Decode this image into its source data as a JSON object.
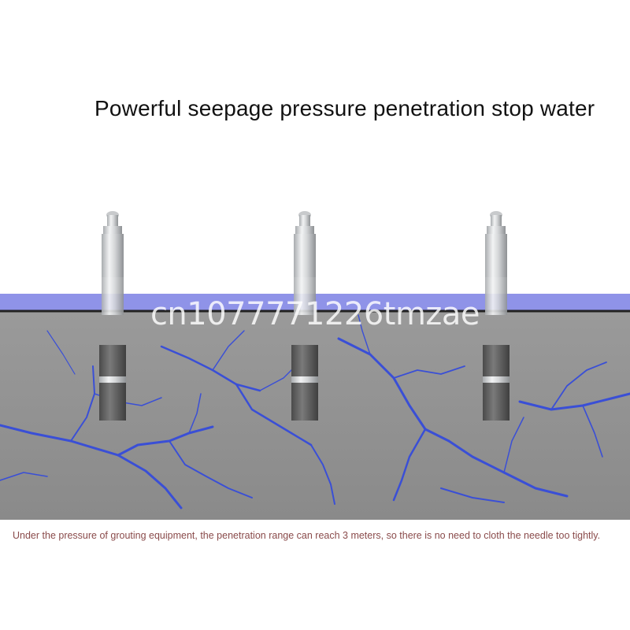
{
  "headline": "Powerful seepage pressure penetration stop water",
  "caption": "Under the pressure of grouting equipment, the penetration range can reach 3 meters, so there is no need to cloth the needle too tightly.",
  "watermark": "cn1077771226tmzae",
  "colors": {
    "water": "#8f93e8",
    "concrete": "#8c8c8c",
    "crack": "#3a4fd6",
    "packer_steel": "#d0d2d4",
    "packer_rubber": "#5c5c5c"
  },
  "packers": [
    {
      "name": "grouting-packer-1"
    },
    {
      "name": "grouting-packer-2"
    },
    {
      "name": "grouting-packer-3"
    }
  ]
}
